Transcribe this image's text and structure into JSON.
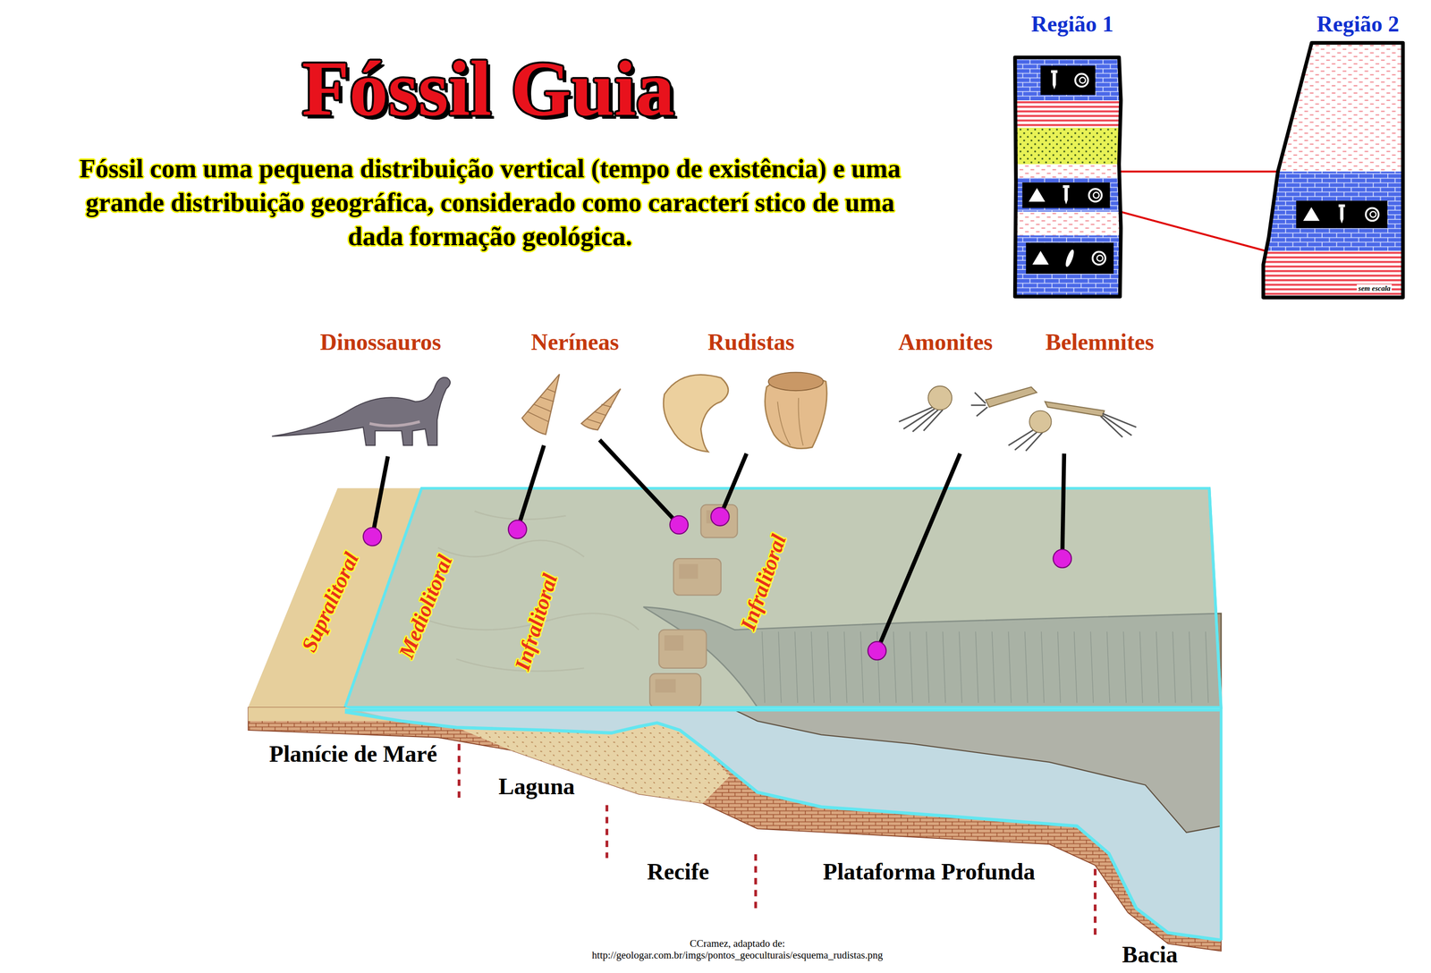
{
  "diagram": {
    "title": "Fóssil Guia",
    "nodes": [
      {
        "text": [
          "Região 1"
        ]
      },
      {
        "text": [
          "Região 2"
        ]
      }
    ],
    "edges": [
      {
        "from": 0,
        "to": 1,
        "arrow": "none"
      },
      {
        "from": 0,
        "to": 1,
        "arrow": "none"
      }
    ],
    "labels": [
      "Fóssil com uma pequena distribuição vertical (tempo de existência) e uma grande distribuição geográfica, considerado como caracterí stico de uma dada formação geológica.",
      "Dinossauros",
      "Neríneas",
      "Rudistas",
      "Amonites",
      "Belemnites",
      "Supralitoral",
      "Mediolitoral",
      "Infralitoral",
      "Infralitoral",
      "Planície de Maré",
      "Laguna",
      "Recife",
      "Plataforma Profunda",
      "Bacia",
      "sem escala",
      "CCramez, adaptado de: http://geologar.com.br/imgs/pontos_geoculturais/esquema_rudistas.png"
    ]
  }
}
